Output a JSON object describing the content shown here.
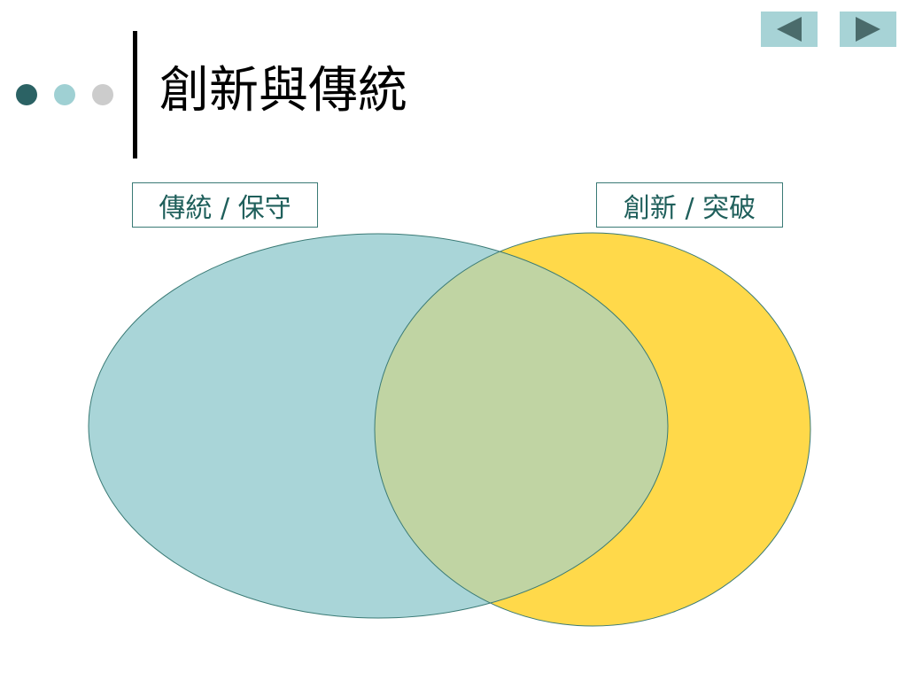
{
  "slide": {
    "title": "創新與傳統"
  },
  "decor": {
    "dots": [
      {
        "name": "dot-dark",
        "color": "#2b6264"
      },
      {
        "name": "dot-light",
        "color": "#9fd0d3"
      },
      {
        "name": "dot-gray",
        "color": "#cccccc"
      }
    ]
  },
  "navigation": {
    "prev_icon": "triangle-left-icon",
    "next_icon": "triangle-right-icon",
    "button_bg": "#a7d3d6",
    "arrow_color": "#4a6b6b"
  },
  "venn": {
    "left_label": "傳統 / 保守",
    "right_label": "創新 / 突破",
    "left_color": "#a9d5d8",
    "right_color": "#ffd94a",
    "overlap_color": "#c0d4a3",
    "outline_color": "#3a7a75",
    "label_text_color": "#1f5f5b"
  }
}
